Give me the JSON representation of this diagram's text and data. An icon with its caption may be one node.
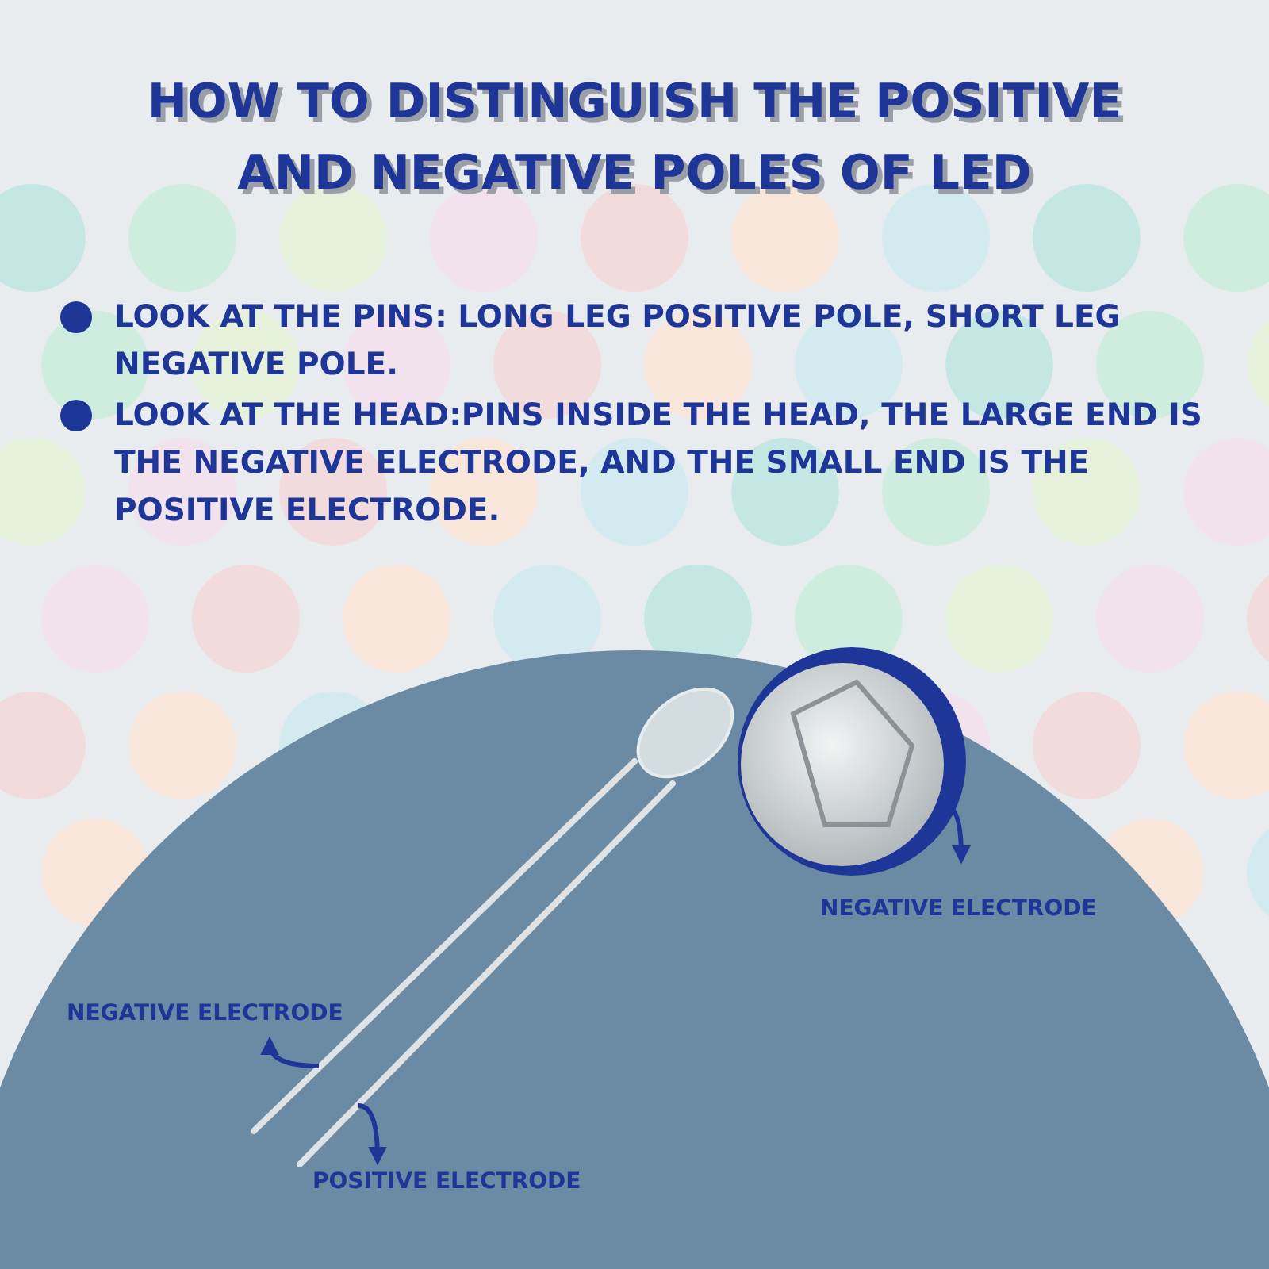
{
  "diagram": {
    "title": "HOW TO DISTINGUISH THE POSITIVE AND NEGATIVE POLES OF LED",
    "nodes": [
      {
        "text": [
          "NEGATIVE ELECTRODE"
        ]
      },
      {
        "text": [
          "POSITIVE ELECTRODE"
        ]
      },
      {
        "text": [
          "NEGATIVE ELECTRODE"
        ]
      },
      {
        "text": [],
        "shape": "bar"
      },
      {
        "text": [],
        "shape": "bar"
      },
      {
        "text": [],
        "shape": "picture"
      }
    ],
    "edges": [
      {
        "from": 3,
        "to": 0,
        "arrow": "to"
      },
      {
        "from": 4,
        "to": 1,
        "arrow": "to"
      },
      {
        "from": 5,
        "to": 2,
        "arrow": "to"
      }
    ],
    "labels": [
      "LOOK AT THE PINS: LONG LEG POSITIVE POLE, SHORT LEG NEGATIVE POLE.",
      "LOOK AT THE HEAD:PINS INSIDE THE HEAD, THE LARGE END IS THE NEGATIVE ELECTRODE, AND THE SMALL END IS THE POSITIVE ELECTRODE."
    ]
  }
}
